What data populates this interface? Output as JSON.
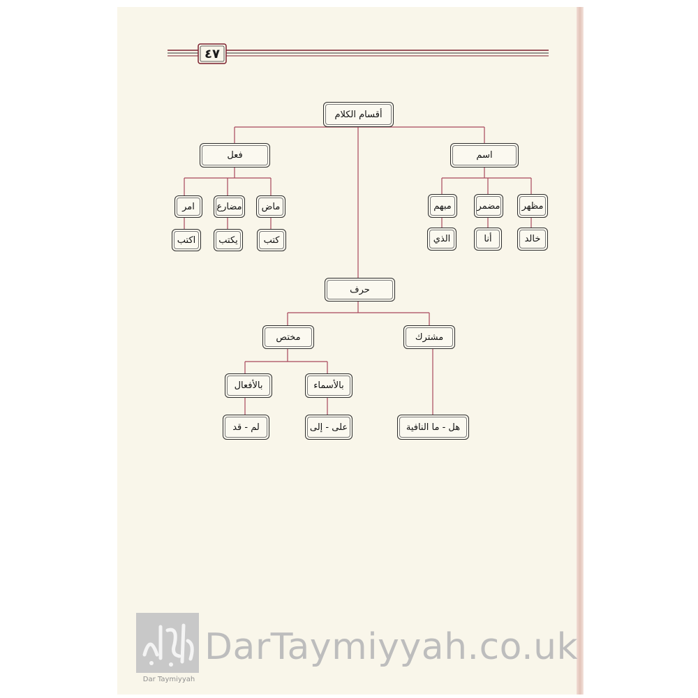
{
  "page_number": "٤٧",
  "tree": {
    "root": "أقسام الكلام",
    "ism": "اسم",
    "ism_children": {
      "muzhar": "مظهر",
      "mudmar": "مضمر",
      "mubham": "مبهم"
    },
    "ism_examples": {
      "muzhar": "خالد",
      "mudmar": "أنا",
      "mubham": "الذي"
    },
    "fil": "فعل",
    "fil_children": {
      "madi": "ماض",
      "mudari": "مضارع",
      "amr": "امر"
    },
    "fil_examples": {
      "madi": "كتب",
      "mudari": "يكتب",
      "amr": "اكتب"
    },
    "harf": "حرف",
    "harf_children": {
      "mushtarak": "مشترك",
      "mukhtass": "مختص"
    },
    "mukhtass_children": {
      "asma": "بالأسماء",
      "afal": "بالأفعال"
    },
    "examples": {
      "mushtarak": "هل - ما النافية",
      "asma": "على - إلى",
      "afal": "لم - قد"
    }
  },
  "watermark": {
    "site": "DarTaymiyyah.co.uk",
    "small": "Dar Taymiyyah"
  },
  "colors": {
    "line": "#a8475a",
    "border": "#2b2b2b",
    "paper": "#f9f6ea"
  }
}
